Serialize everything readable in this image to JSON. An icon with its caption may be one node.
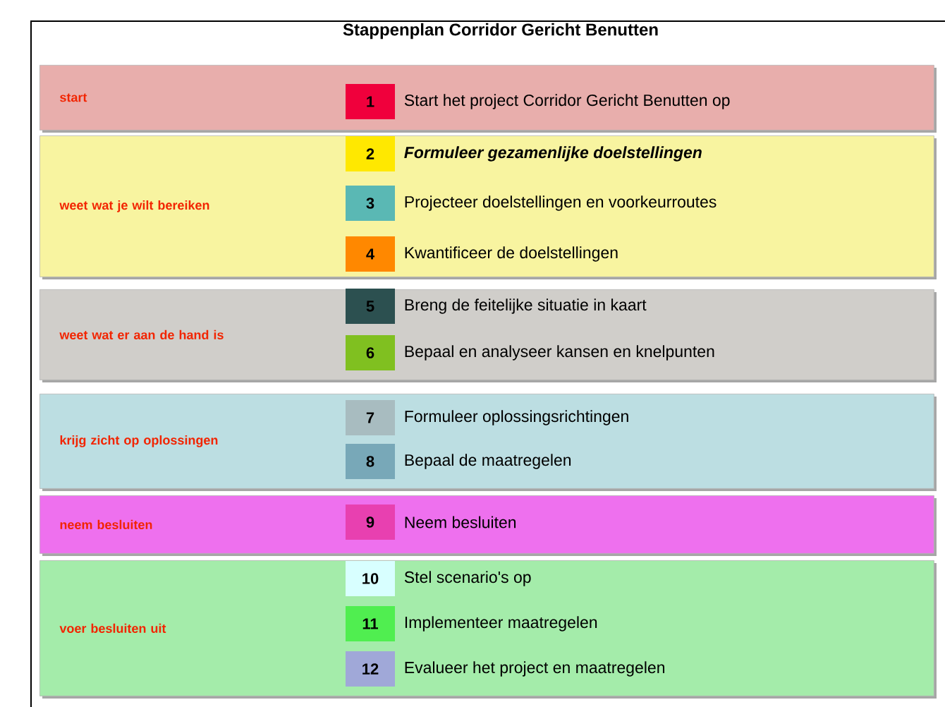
{
  "diagram": {
    "title": "Stappenplan Corridor Gericht Benutten",
    "nodes": [
      {
        "text": [
          "start"
        ]
      },
      {
        "text": [
          "1"
        ],
        "in": 0,
        "beside": [
          "Start het project Corridor Gericht Benutten op"
        ]
      },
      {
        "text": [
          "weet wat je wilt bereiken"
        ]
      },
      {
        "text": [
          "2"
        ],
        "in": 2,
        "beside": [
          "Formuleer gezamenlijke doelstellingen"
        ]
      },
      {
        "text": [
          "3"
        ],
        "in": 2,
        "beside": [
          "Projecteer doelstellingen en voorkeurroutes"
        ]
      },
      {
        "text": [
          "4"
        ],
        "in": 2,
        "beside": [
          "Kwantificeer de doelstellingen"
        ]
      },
      {
        "text": [
          "weet wat er aan de hand is"
        ]
      },
      {
        "text": [
          "5"
        ],
        "in": 6,
        "beside": [
          "Breng de feitelijke situatie in kaart"
        ]
      },
      {
        "text": [
          "6"
        ],
        "in": 6,
        "beside": [
          "Bepaal en analyseer kansen en knelpunten"
        ]
      },
      {
        "text": [
          "krijg zicht op oplossingen"
        ]
      },
      {
        "text": [
          "7"
        ],
        "in": 9,
        "beside": [
          "Formuleer oplossingsrichtingen"
        ]
      },
      {
        "text": [
          "8"
        ],
        "in": 9,
        "beside": [
          "Bepaal de maatregelen"
        ]
      },
      {
        "text": [
          "neem besluiten"
        ]
      },
      {
        "text": [
          "9"
        ],
        "in": 12,
        "beside": [
          "Neem besluiten"
        ]
      },
      {
        "text": [
          "voer besluiten uit"
        ]
      },
      {
        "text": [
          "10"
        ],
        "in": 14,
        "beside": [
          "Stel scenario's op"
        ]
      },
      {
        "text": [
          "11"
        ],
        "in": 14,
        "beside": [
          "Implementeer maatregelen"
        ]
      },
      {
        "text": [
          "12"
        ],
        "in": 14,
        "beside": [
          "Evalueer het project en maatregelen"
        ]
      }
    ]
  }
}
